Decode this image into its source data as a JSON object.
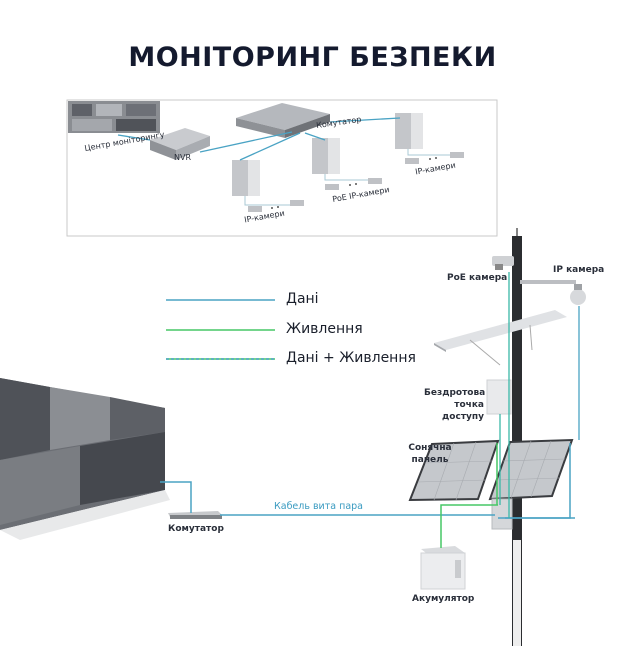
{
  "title": "МОНІТОРИНГ БЕЗПЕКИ",
  "colors": {
    "data": "#4aa3c4",
    "power": "#46c766",
    "data_power": "#3bb8a8",
    "title": "#141a2e"
  },
  "top_diagram": {
    "labels": {
      "monitoring_center": "Центр моніторингу",
      "nvr": "NVR",
      "switch": "Комутатор",
      "ip_cameras_left": "IP-камери",
      "poe_ip_cameras": "PoE IP-камери",
      "ip_cameras_right": "IP-камери"
    }
  },
  "legend": {
    "items": [
      {
        "label": "Дані",
        "type": "data"
      },
      {
        "label": "Живлення",
        "type": "power"
      },
      {
        "label": "Дані + Живлення",
        "type": "data_power"
      }
    ]
  },
  "bottom_diagram": {
    "labels": {
      "poe_camera": "PoE камера",
      "ip_camera": "IP камера",
      "wireless_ap": [
        "Бездротова",
        "точка",
        "доступу"
      ],
      "solar_panel": [
        "Сонячна",
        "панель"
      ],
      "switch": "Комутатор",
      "cable": "Кабель вита пара",
      "battery": "Акумулятор"
    }
  }
}
